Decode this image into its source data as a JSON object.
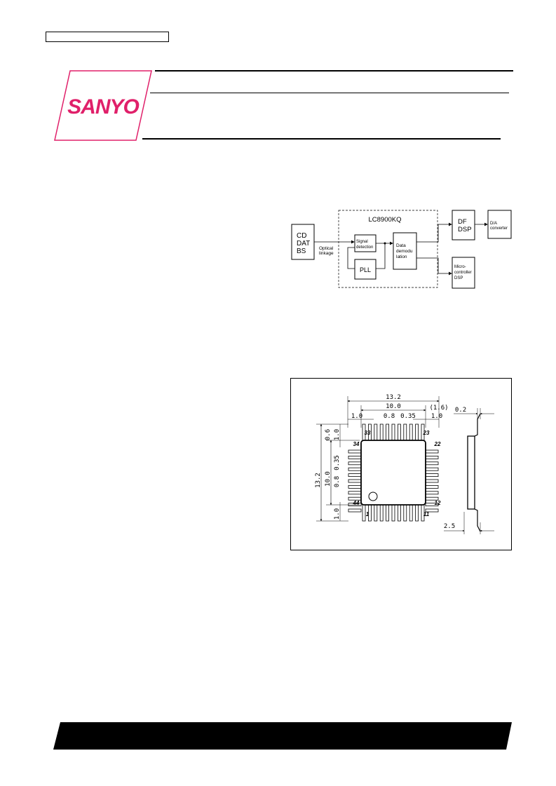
{
  "header": {
    "logo_text": "SANYO",
    "brand_color": "#e0206a"
  },
  "block_diagram": {
    "chip_label": "LC8900KQ",
    "source_lines": [
      "CD",
      "DAT",
      "BS"
    ],
    "input_label_lines": [
      "Optical",
      "linkage"
    ],
    "signal_detection_lines": [
      "Signal",
      "detection"
    ],
    "pll_label": "PLL",
    "data_demod_lines": [
      "Data",
      "demodu",
      "lation"
    ],
    "df_dsp_lines": [
      "DF",
      "DSP"
    ],
    "da_converter_lines": [
      "D/A",
      "converter"
    ],
    "micro_lines": [
      "Micro-",
      "controller",
      "DSP"
    ]
  },
  "package": {
    "dim_overall": "13.2",
    "dim_body": "10.0",
    "dim_lead_ext": "(1.6)",
    "dim_end": "1.0",
    "dim_pitch": "0.8",
    "dim_lead_width": "0.35",
    "dim_stub": "0.6",
    "dim_thickness": "0.2",
    "dim_height": "2.5",
    "pin_33": "33",
    "pin_23": "23",
    "pin_34": "34",
    "pin_22": "22",
    "pin_44": "44",
    "pin_12": "12",
    "pin_1": "1",
    "pin_11": "11"
  }
}
